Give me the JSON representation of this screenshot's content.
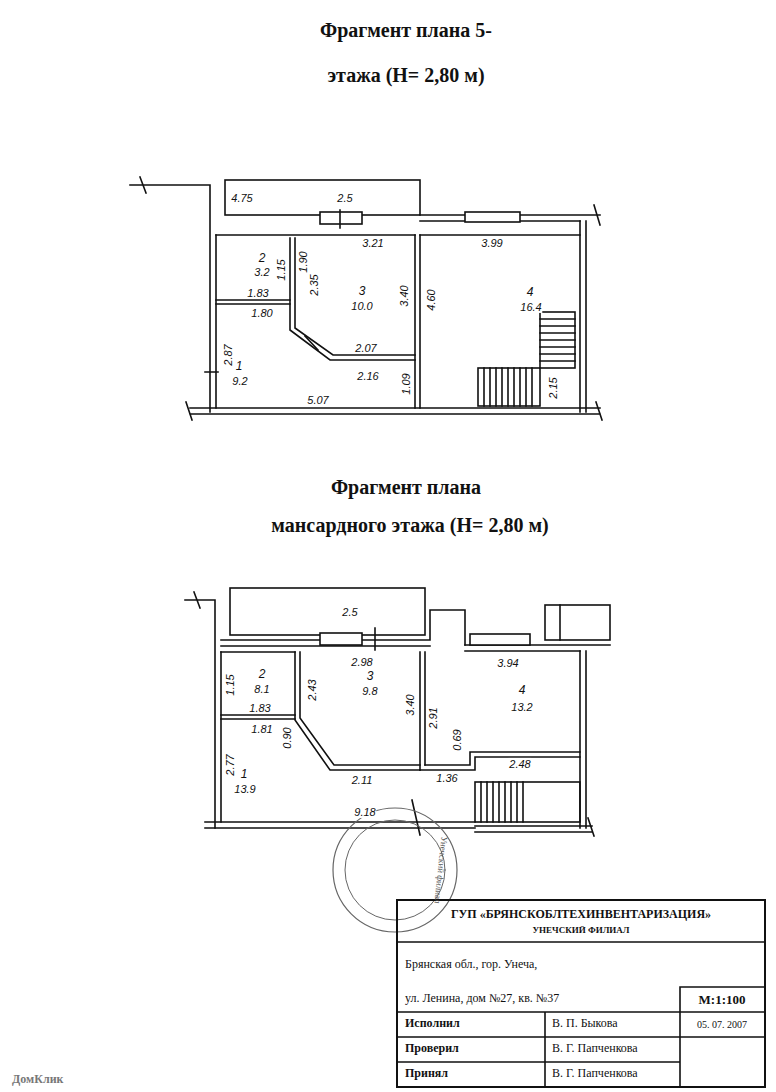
{
  "diagram": {
    "title": "Фрагмент плана 5-этажа (Н= 2,80 м)",
    "labels": [
      "Фрагмент плана",
      "мансардного этажа (Н= 2,80 м)",
      "4.75",
      "2.5",
      "3.21",
      "3.99",
      "2",
      "3.2",
      "1.15",
      "1.83",
      "1.80",
      "1.90",
      "2.35",
      "3",
      "10.0",
      "3.40",
      "4.60",
      "4",
      "16.4",
      "2.15",
      "2.87",
      "1",
      "9.2",
      "2.07",
      "2.16",
      "1.09",
      "5.07",
      "2.5",
      "2.98",
      "3.94",
      "2",
      "8.1",
      "1.15",
      "2.43",
      "1.83",
      "1.81",
      "0.90",
      "3",
      "9.8",
      "3.40",
      "2.91",
      "4",
      "13.2",
      "0.69",
      "1.36",
      "2.48",
      "2.77",
      "2.11",
      "1",
      "13.9",
      "9.18",
      "Унечский филиал",
      "ГУП «БРЯНСКОБЛТЕХИНВЕНТАРИЗАЦИЯ»",
      "УНЕЧСКИЙ ФИЛИАЛ",
      "Брянская обл., гор. Унеча,",
      "ул. Ленина, дом №27, кв. №37",
      "М:1:100",
      "05. 07. 2007",
      "Исполнил",
      "В. П. Быкова",
      "Проверил",
      "В. Г. Папченкова",
      "Принял",
      "В. Г. Папченкова",
      "ДомКлик"
    ]
  }
}
